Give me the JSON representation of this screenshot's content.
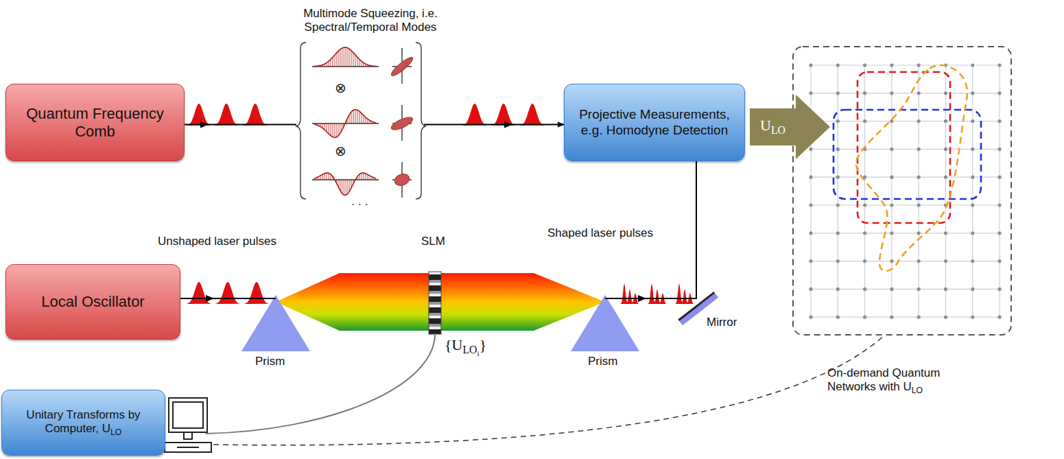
{
  "diagram": {
    "nodes": [
      {
        "text": [
          "Quantum Frequency Comb"
        ]
      },
      {
        "text": [
          "Projective Measurements, e.g. Homodyne Detection"
        ]
      },
      {
        "text": [
          "Local Oscillator"
        ]
      },
      {
        "text": [
          "Unitary Transforms by Computer, ULO"
        ]
      },
      {
        "text": [
          "ULO"
        ]
      },
      {
        "text": [
          "On-demand Quantum Networks with ULO"
        ]
      }
    ],
    "edges": [
      {
        "from": 0,
        "to": 1,
        "arrow": "to"
      },
      {
        "from": 2,
        "to": 1,
        "arrow": "none"
      },
      {
        "from": 3,
        "to": 5,
        "arrow": "none"
      }
    ],
    "labels": [
      "Multimode Squeezing, i.e. Spectral/Temporal Modes",
      "⊗",
      "⊗",
      "· · ·",
      "Unshaped laser pulses",
      "SLM",
      "{ULOi}",
      "Shaped laser pulses",
      "Prism",
      "Prism",
      "Mirror"
    ]
  }
}
